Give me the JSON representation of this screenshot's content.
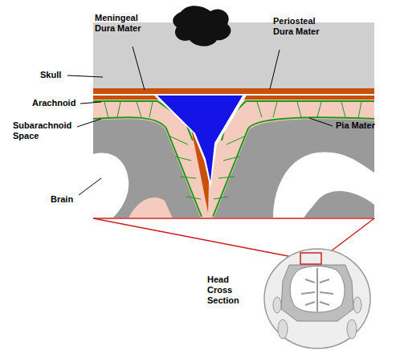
{
  "diagram": {
    "labels": [
      "Meningeal Dura Mater",
      "Periosteal Dura Mater",
      "Skull",
      "Arachnoid",
      "Subarachnoid Space",
      "Pia Mater",
      "Brain",
      "Head Cross Section"
    ]
  }
}
